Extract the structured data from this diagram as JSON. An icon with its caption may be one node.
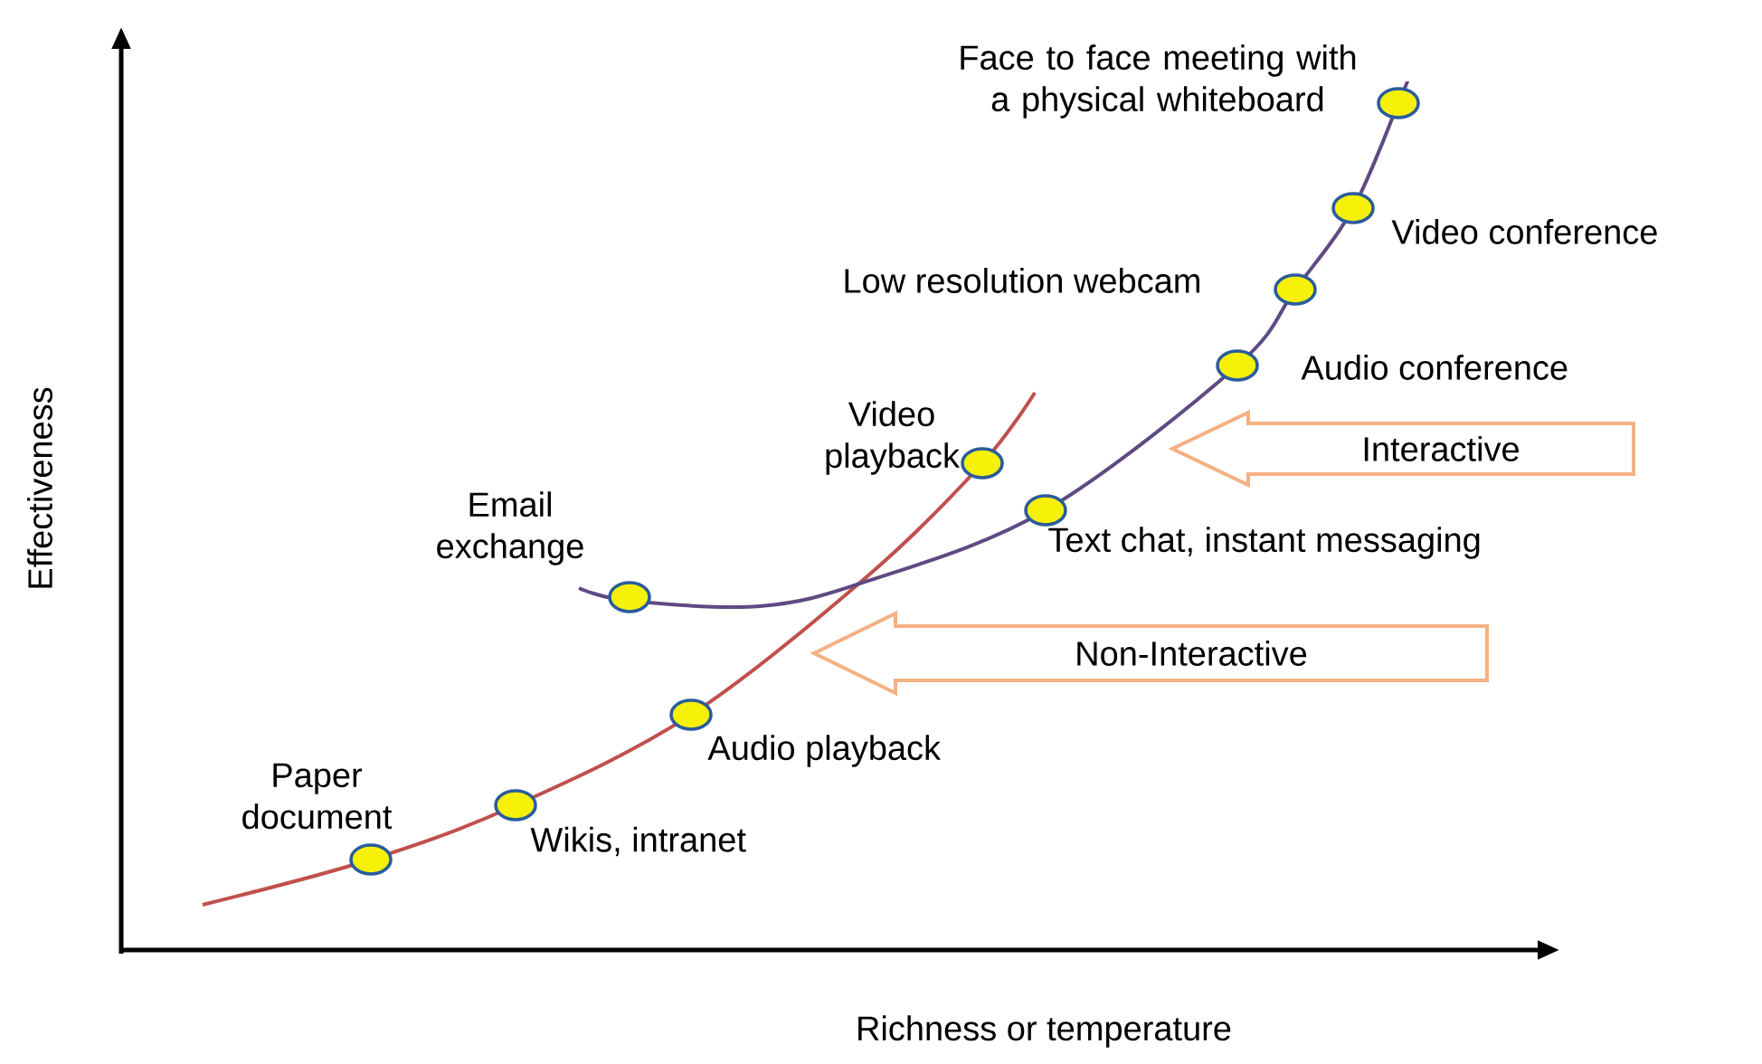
{
  "diagram": {
    "nodes": [
      {
        "text": [],
        "shape": "circle",
        "beside": [
          "Face to face meeting with a physical whiteboard"
        ]
      },
      {
        "text": [],
        "shape": "circle",
        "beside": [
          "Video conference"
        ]
      },
      {
        "text": [],
        "shape": "circle",
        "beside": [
          "Low resolution webcam"
        ]
      },
      {
        "text": [],
        "shape": "circle",
        "beside": [
          "Audio conference"
        ]
      },
      {
        "text": [
          "Interactive"
        ]
      },
      {
        "text": [],
        "shape": "circle",
        "beside": [
          "Video playback"
        ]
      },
      {
        "text": [],
        "shape": "circle",
        "beside": [
          "Email exchange"
        ]
      },
      {
        "text": [],
        "shape": "circle",
        "beside": [
          "Text chat, instant messaging"
        ]
      },
      {
        "text": [
          "Non-Interactive"
        ]
      },
      {
        "text": [],
        "shape": "circle",
        "beside": [
          "Audio playback"
        ]
      },
      {
        "text": [],
        "shape": "circle",
        "beside": [
          "Paper document"
        ]
      },
      {
        "text": [],
        "shape": "circle",
        "beside": [
          "Wikis, intranet"
        ]
      }
    ],
    "labels": [
      "Effectiveness",
      "Richness or temperature"
    ]
  }
}
